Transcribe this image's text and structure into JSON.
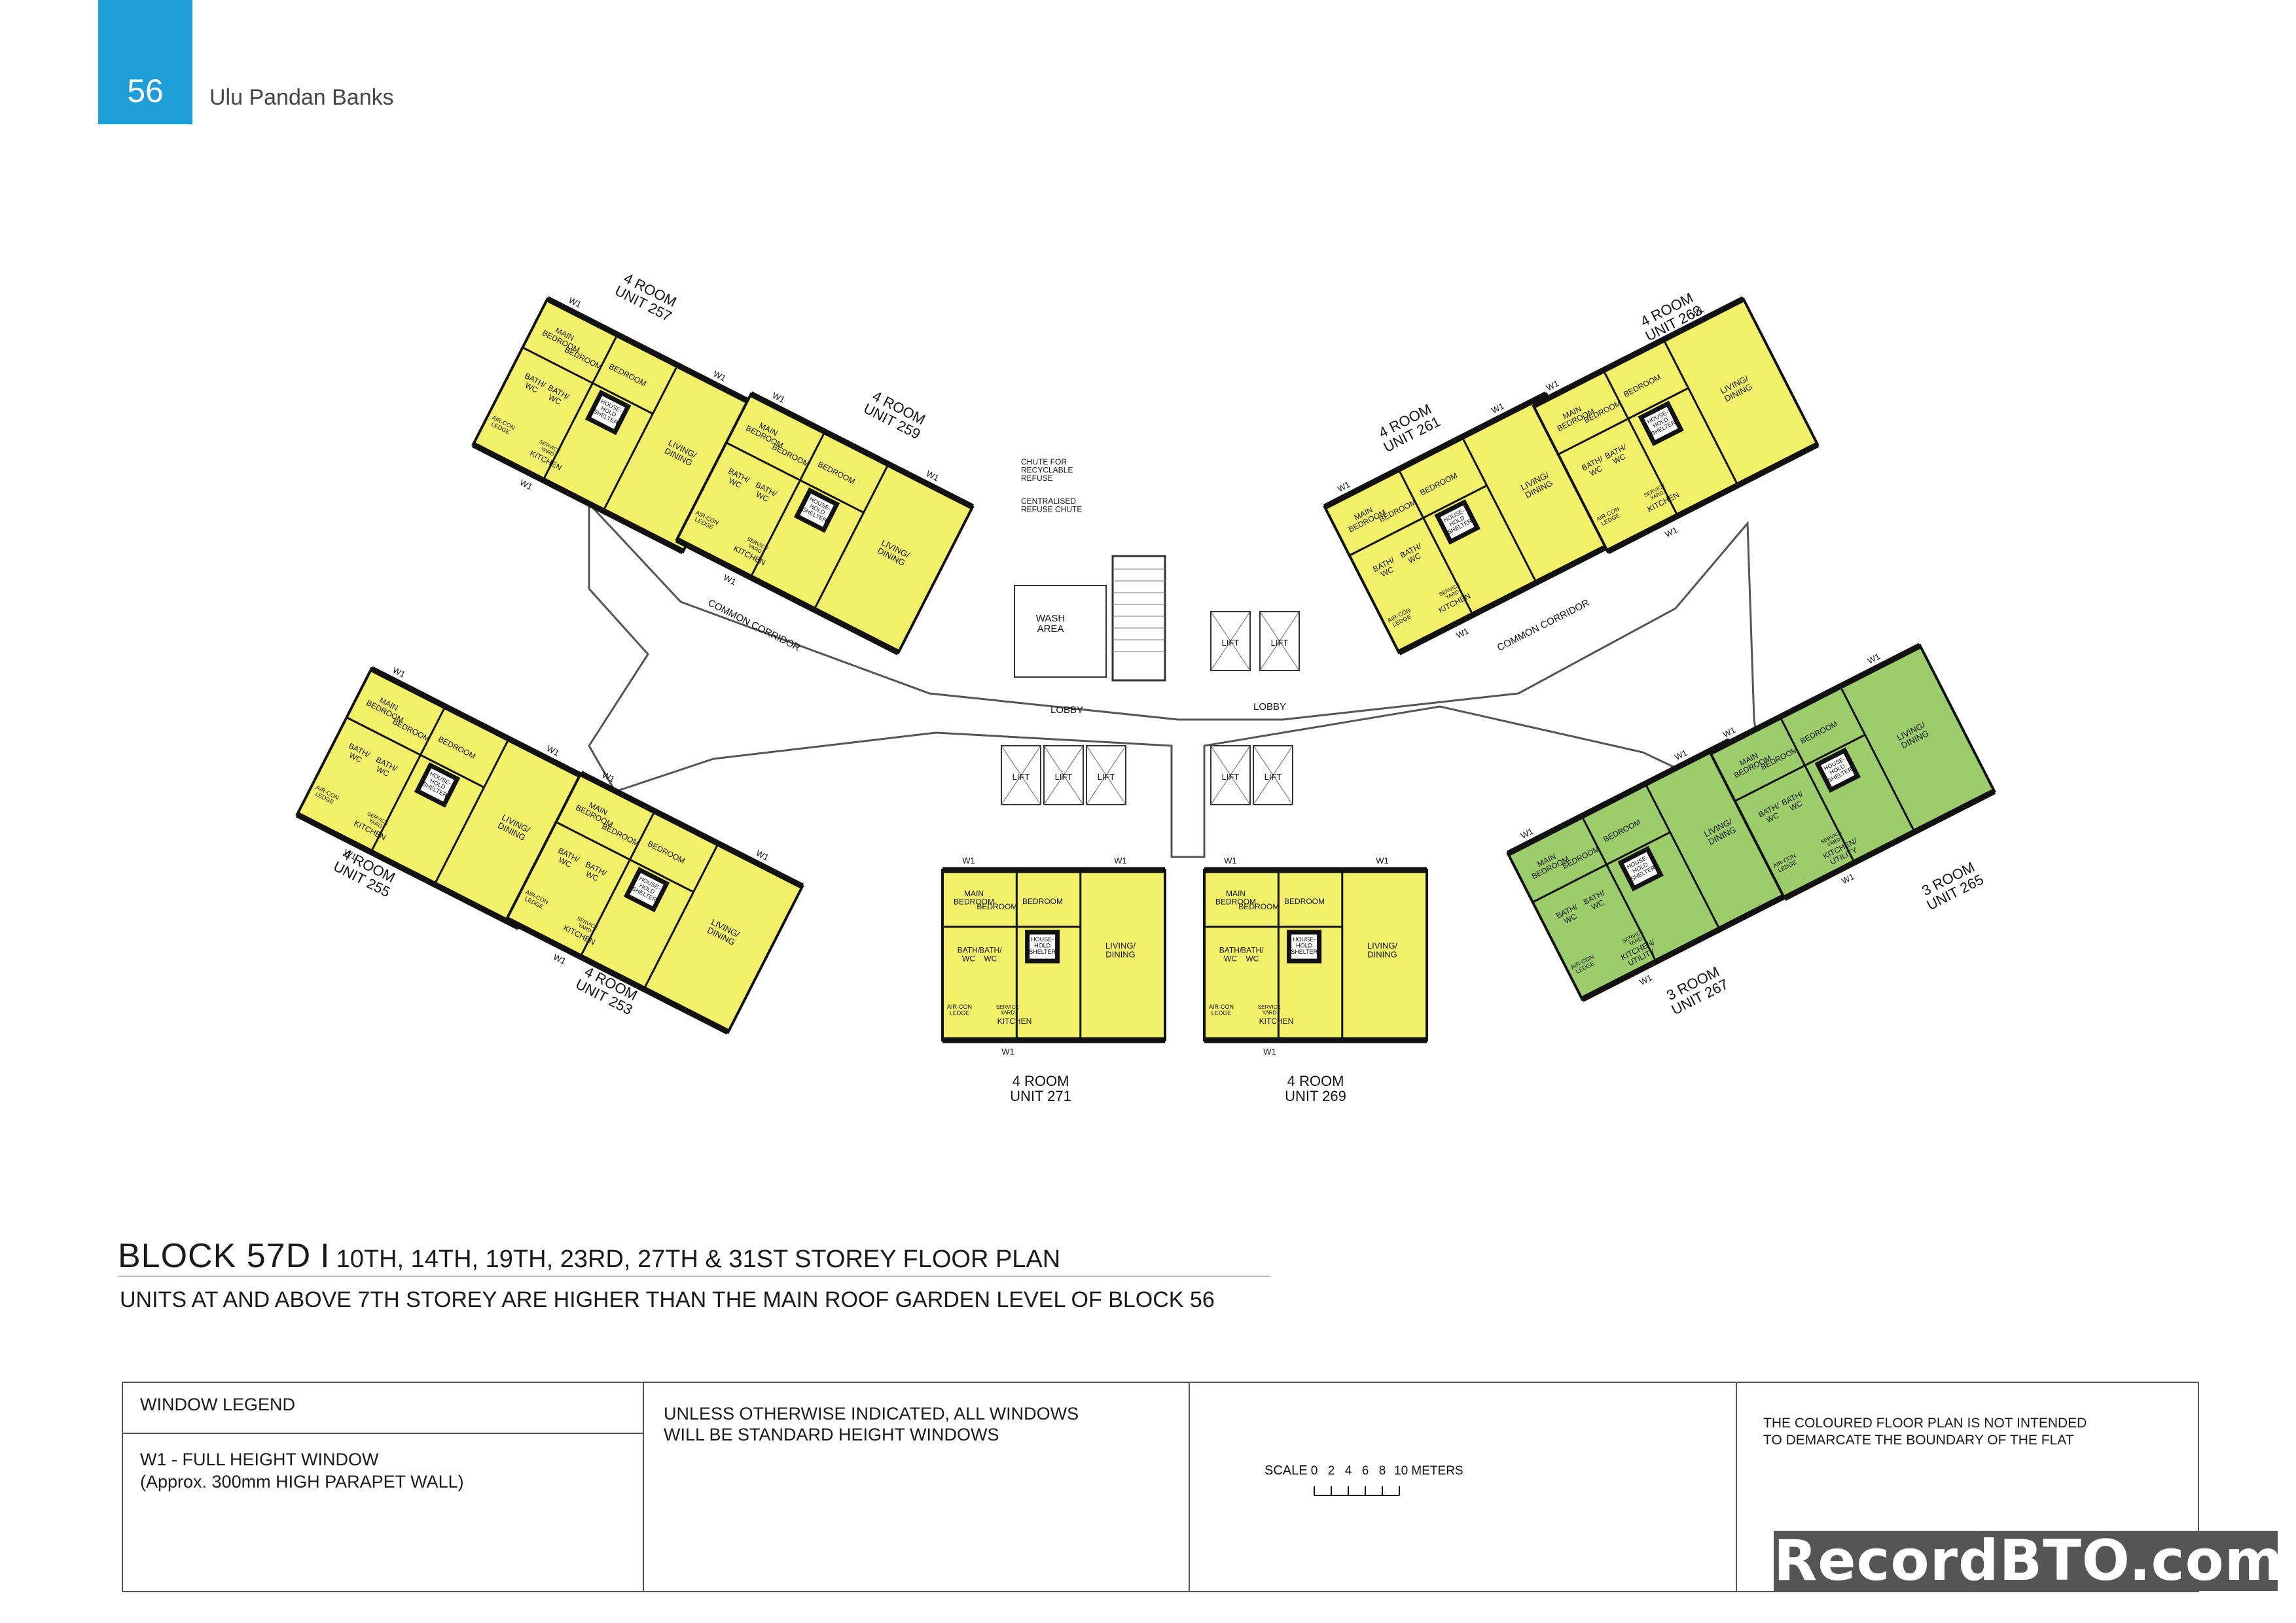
{
  "header": {
    "page_number": "56",
    "doc_title": "Ulu Pandan Banks"
  },
  "plan": {
    "units": [
      {
        "type": "4 ROOM",
        "unit": "UNIT 257"
      },
      {
        "type": "4 ROOM",
        "unit": "UNIT 259"
      },
      {
        "type": "4 ROOM",
        "unit": "UNIT 261"
      },
      {
        "type": "4 ROOM",
        "unit": "UNIT 263"
      },
      {
        "type": "4 ROOM",
        "unit": "UNIT 255"
      },
      {
        "type": "4 ROOM",
        "unit": "UNIT 253"
      },
      {
        "type": "4 ROOM",
        "unit": "UNIT 271"
      },
      {
        "type": "4 ROOM",
        "unit": "UNIT 269"
      },
      {
        "type": "3 ROOM",
        "unit": "UNIT 267"
      },
      {
        "type": "3 ROOM",
        "unit": "UNIT 265"
      }
    ],
    "rooms": {
      "main_bedroom": [
        "MAIN",
        "BEDROOM"
      ],
      "bedroom": "BEDROOM",
      "bath_wc": [
        "BATH/",
        "WC"
      ],
      "living_dining": [
        "LIVING/",
        "DINING"
      ],
      "kitchen": "KITCHEN",
      "kitchen_utility": [
        "KITCHEN/",
        "UTILITY"
      ],
      "household_shelter": [
        "HOUSE-",
        "HOLD",
        "SHELTER"
      ],
      "service_yard": [
        "SERVICE",
        "YARD"
      ],
      "aircon_ledge": [
        "AIR-CON",
        "LEDGE"
      ],
      "window": "W1"
    },
    "core": {
      "chute_recyclable": [
        "CHUTE FOR",
        "RECYCLABLE",
        "REFUSE"
      ],
      "centralised_chute": [
        "CENTRALISED",
        "REFUSE CHUTE"
      ],
      "wash_area": [
        "WASH",
        "AREA"
      ],
      "lift": "LIFT",
      "lobby": "LOBBY",
      "common_corridor": "COMMON CORRIDOR"
    },
    "colors": {
      "four_room": "#f3f06a",
      "three_room": "#9ccc6b",
      "wall": "#111111"
    }
  },
  "heading": {
    "block": "BLOCK 57D",
    "separator": "I",
    "storeys": "10TH, 14TH, 19TH, 23RD, 27TH & 31ST STOREY FLOOR PLAN",
    "note": "UNITS AT AND ABOVE 7TH STOREY ARE HIGHER THAN THE MAIN ROOF GARDEN LEVEL OF BLOCK 56"
  },
  "legend": {
    "title": "WINDOW LEGEND",
    "w1_line1": "W1 - FULL HEIGHT WINDOW",
    "w1_line2": "(Approx. 300mm HIGH PARAPET WALL)",
    "standard_line1": "UNLESS OTHERWISE INDICATED, ALL WINDOWS",
    "standard_line2": "WILL BE STANDARD HEIGHT WINDOWS",
    "scale_label": "SCALE",
    "scale_ticks": [
      "0",
      "2",
      "4",
      "6",
      "8",
      "10 METERS"
    ],
    "coloured_line1": "THE COLOURED FLOOR PLAN IS NOT INTENDED",
    "coloured_line2": "TO DEMARCATE THE BOUNDARY OF THE FLAT"
  },
  "watermark": "RecordBTO.com"
}
